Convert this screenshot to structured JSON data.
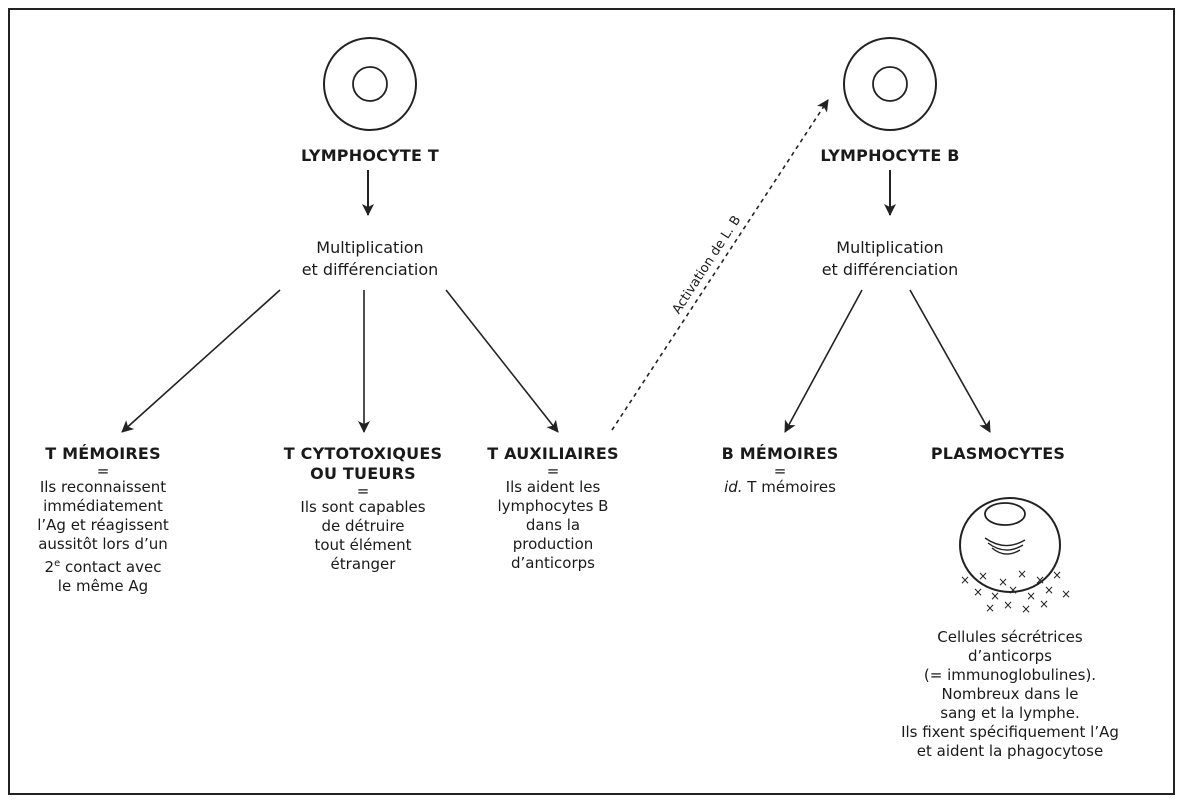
{
  "lymphocyte_t": {
    "title": "LYMPHOCYTE T",
    "process_line1": "Multiplication",
    "process_line2": "et différenciation"
  },
  "lymphocyte_b": {
    "title": "LYMPHOCYTE B",
    "process_line1": "Multiplication",
    "process_line2": "et différenciation"
  },
  "activation_label": "Activation de L. B",
  "equals": "=",
  "t_memoires": {
    "title": "T MÉMOIRES",
    "desc": [
      "Ils reconnaissent",
      "immédiatement",
      "l’Ag et réagissent",
      "aussitôt lors d’un",
      "2e contact avec",
      "le même Ag"
    ]
  },
  "t_cytotoxiques": {
    "title_line1": "T CYTOTOXIQUES",
    "title_line2": "OU TUEURS",
    "desc": [
      "Ils sont capables",
      "de détruire",
      "tout élément",
      "étranger"
    ]
  },
  "t_auxiliaires": {
    "title": "T AUXILIAIRES",
    "desc": [
      "Ils aident les",
      "lymphocytes B",
      "dans la",
      "production",
      "d’anticorps"
    ]
  },
  "b_memoires": {
    "title": "B MÉMOIRES",
    "desc_italic": "id.",
    "desc_rest": " T mémoires"
  },
  "plasmocytes": {
    "title": "PLASMOCYTES",
    "desc": [
      "Cellules sécrétrices",
      "d’anticorps",
      "(= immunoglobulines).",
      "Nombreux dans le",
      "sang et la lymphe.",
      "Ils fixent spécifiquement l’Ag",
      "et aident la phagocytose"
    ]
  }
}
